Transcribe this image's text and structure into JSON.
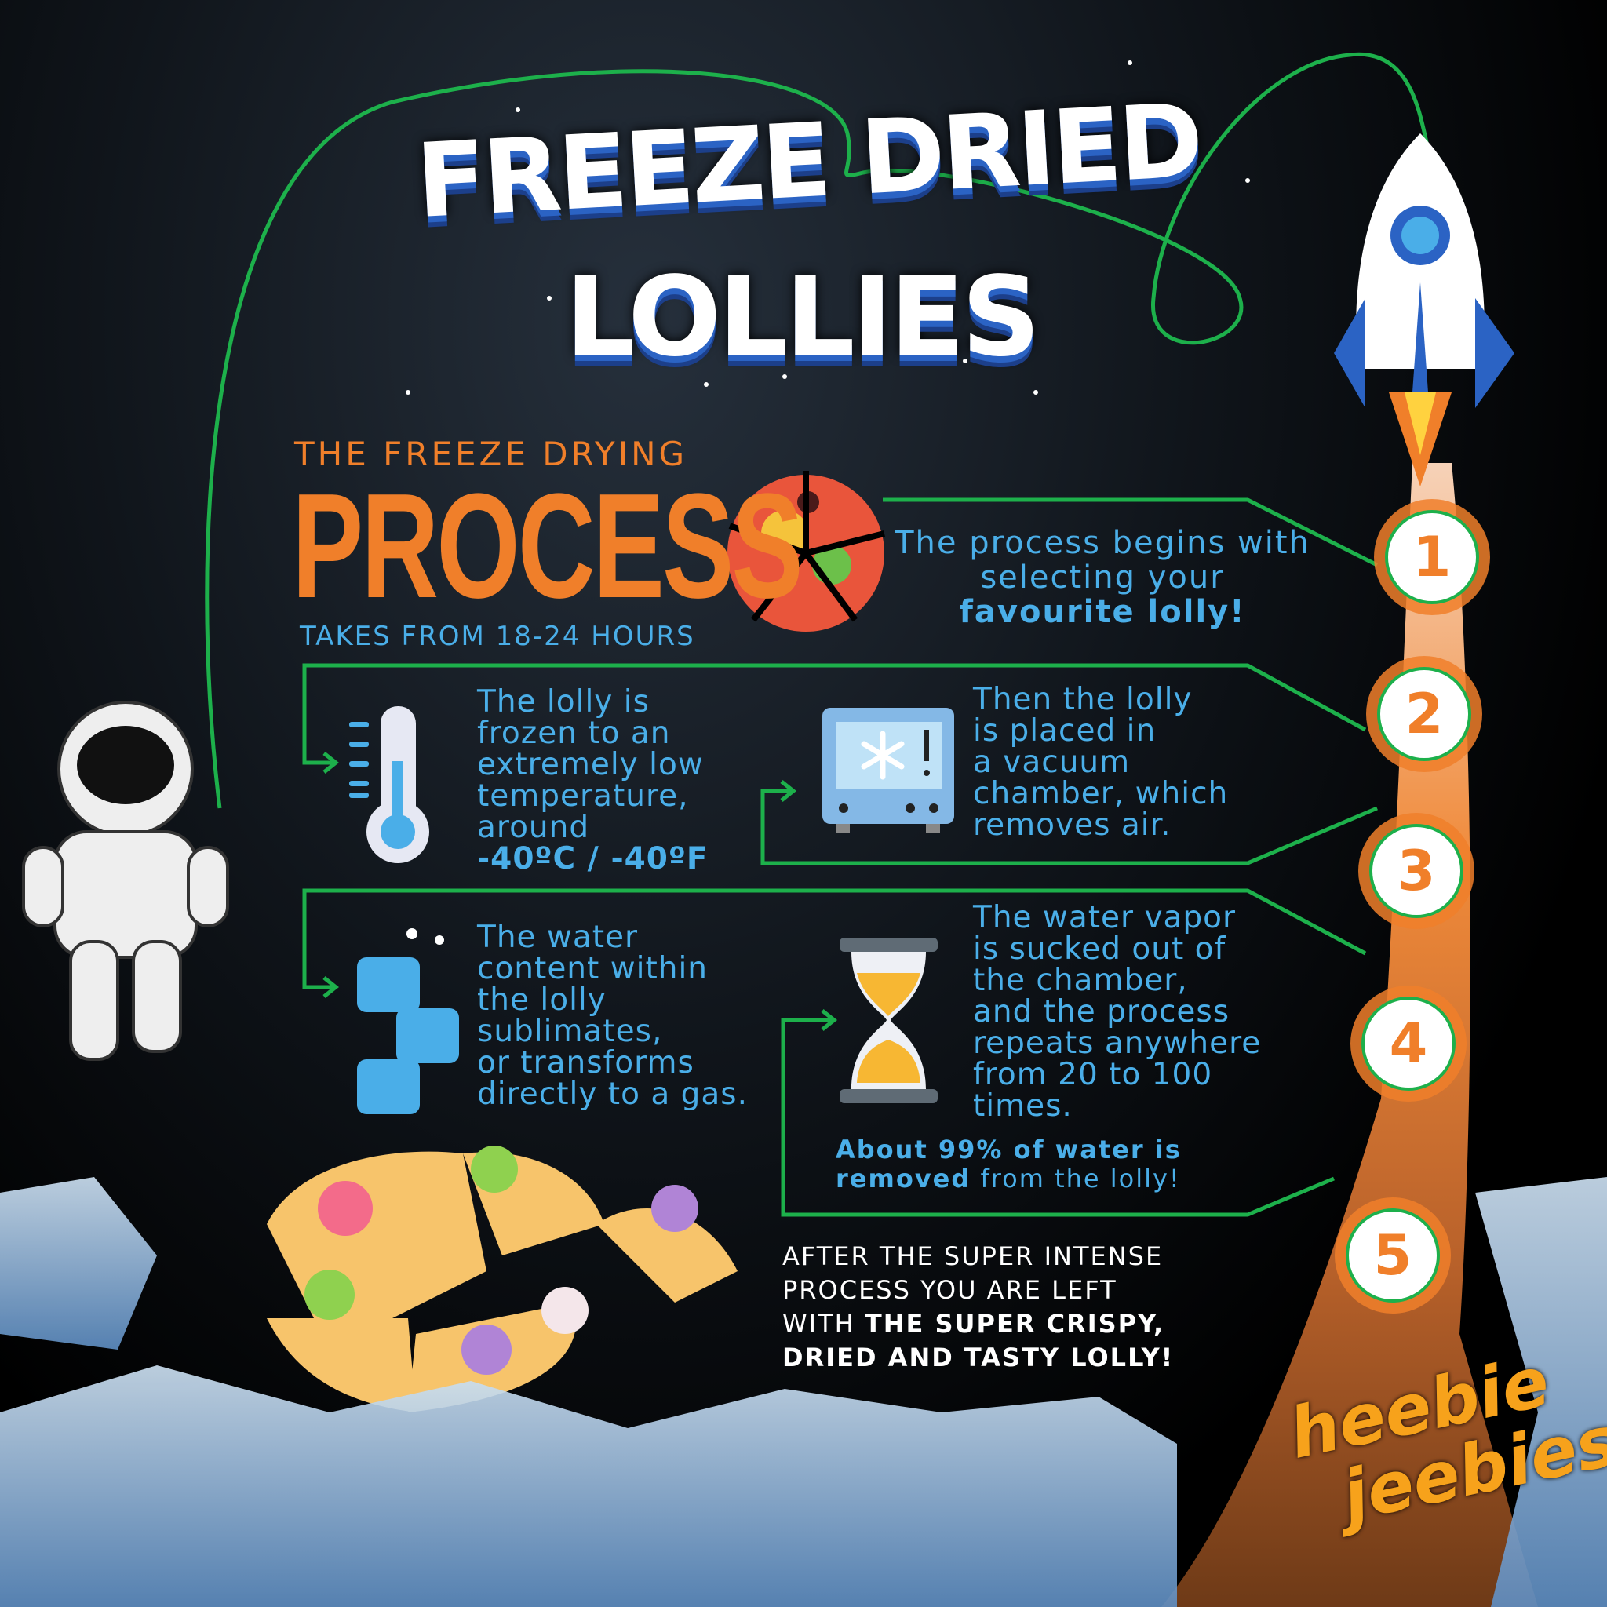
{
  "title": {
    "line1": "FREEZE DRIED",
    "line2": "LOLLIES"
  },
  "header": {
    "subtitle": "THE FREEZE DRYING",
    "main": "PROCESS",
    "duration": "TAKES FROM 18-24 HOURS"
  },
  "steps": [
    {
      "number": "1",
      "text": "The process begins with selecting your",
      "bold": "favourite lolly!"
    },
    {
      "number": "2",
      "lines": [
        "The lolly is",
        "frozen to an",
        "extremely low",
        "temperature,",
        "around"
      ],
      "bold": "-40ºC / -40ºF"
    },
    {
      "number": "3",
      "lines": [
        "Then the lolly",
        "is placed in",
        "a vacuum",
        "chamber, which",
        "removes air."
      ]
    },
    {
      "number": "4",
      "lines": [
        "The water",
        "content within",
        "the lolly",
        "sublimates,",
        "or transforms",
        "directly to a gas."
      ]
    },
    {
      "number": "5",
      "lines": [
        "The water vapor",
        "is sucked out of",
        "the chamber,",
        "and the process",
        "repeats anywhere",
        "from 20 to 100",
        "times."
      ],
      "note_bold": "About 99% of water is removed",
      "note_rest": " from the lolly!"
    }
  ],
  "final": {
    "line1": "AFTER THE SUPER INTENSE",
    "line2": "PROCESS YOU ARE LEFT",
    "line3_plain": "WITH ",
    "line3_bold": "THE SUPER CRISPY,",
    "line4_bold": "DRIED AND TASTY LOLLY!"
  },
  "logo": {
    "line1": "heebie",
    "line2": "jeebies"
  },
  "colors": {
    "orange": "#f07f2a",
    "blue": "#4aaee8",
    "green": "#1db04b",
    "background": "#000000"
  },
  "icons": [
    "astronaut-icon",
    "rocket-icon",
    "thermometer-icon",
    "freezer-chamber-icon",
    "ice-cubes-icon",
    "hourglass-icon",
    "pizza-lolly-image",
    "freeze-dried-pizza-image",
    "ice-rocks-image"
  ]
}
